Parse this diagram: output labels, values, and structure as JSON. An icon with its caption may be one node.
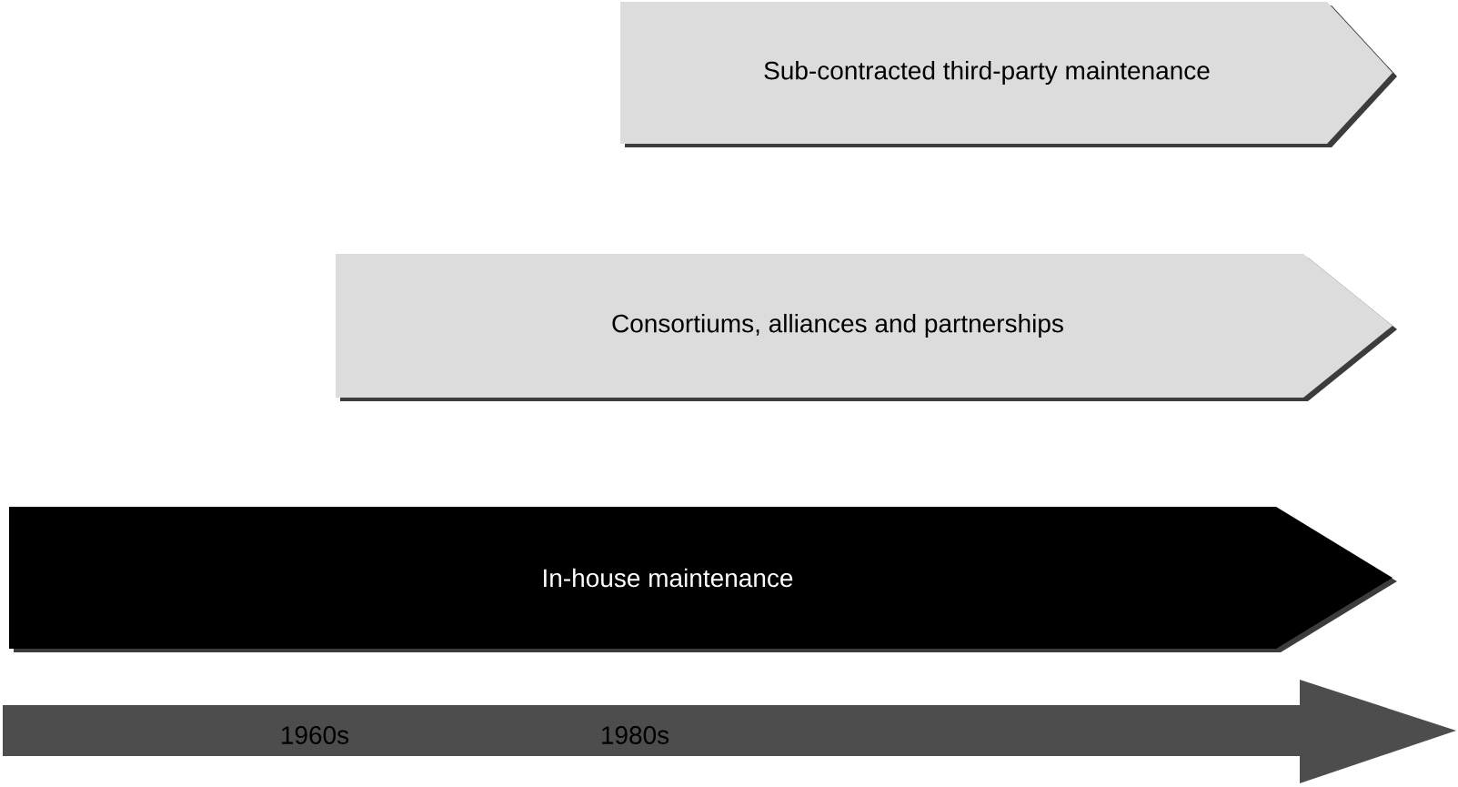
{
  "diagram": {
    "nodes": [
      {
        "text": [
          "Sub-contracted third-party maintenance"
        ]
      },
      {
        "text": [
          "Consortiums, alliances and partnerships"
        ]
      },
      {
        "text": [
          "In-house maintenance"
        ]
      }
    ],
    "labels": [
      "1960s",
      "1980s"
    ]
  }
}
